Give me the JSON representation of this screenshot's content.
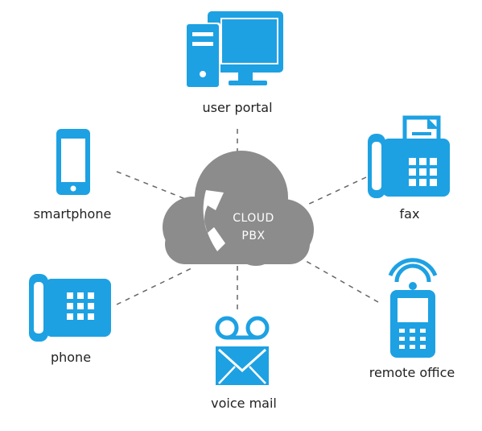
{
  "diagram": {
    "center": {
      "line1": "CLOUD",
      "line2": "PBX",
      "icon": "handset-icon"
    },
    "nodes": {
      "user_portal": {
        "label": "user portal",
        "icon": "desktop-computer-icon"
      },
      "smartphone": {
        "label": "smartphone",
        "icon": "smartphone-icon"
      },
      "fax": {
        "label": "fax",
        "icon": "fax-machine-icon"
      },
      "phone": {
        "label": "phone",
        "icon": "desk-phone-icon"
      },
      "voice_mail": {
        "label": "voice mail",
        "icon": "voicemail-envelope-icon"
      },
      "remote_office": {
        "label": "remote office",
        "icon": "wireless-mobile-icon"
      }
    },
    "colors": {
      "icon": "#1da1e3",
      "cloud": "#8c8c8c",
      "connector": "#666666",
      "text": "#222222"
    }
  }
}
